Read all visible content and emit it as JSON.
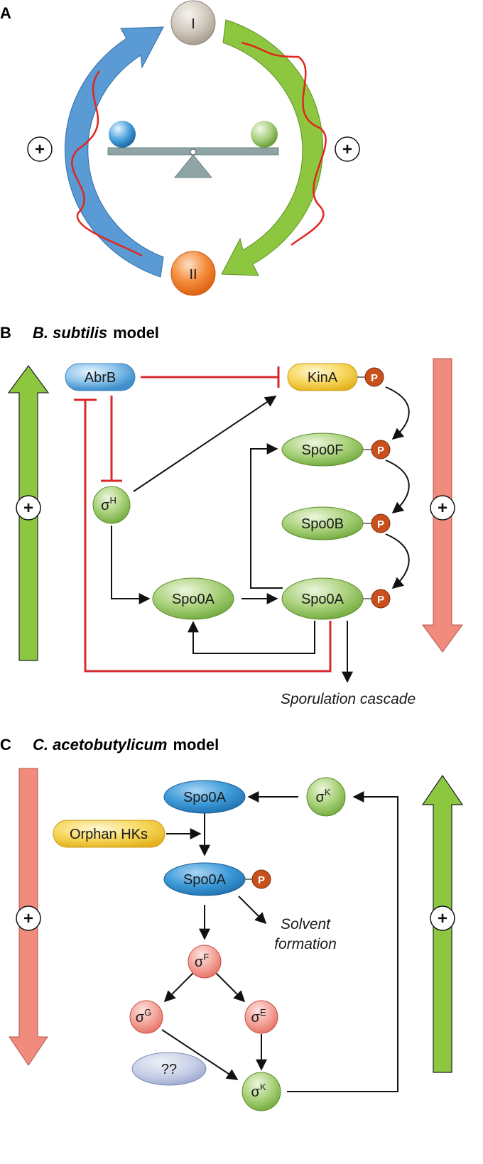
{
  "panelA": {
    "letter": "A",
    "state_top": "I",
    "state_bottom": "II",
    "plus_left": "+",
    "plus_right": "+"
  },
  "panelB": {
    "letter": "B",
    "title_species": "B. subtilis",
    "title_suffix": "model",
    "nodes": {
      "abrb": "AbrB",
      "kina": "KinA",
      "spo0f": "Spo0F",
      "spo0b": "Spo0B",
      "spo0a_left": "Spo0A",
      "spo0a_right": "Spo0A",
      "sigma_h_base": "σ",
      "sigma_h_sup": "H"
    },
    "phospho": "P",
    "output_label": "Sporulation cascade",
    "plus_left": "+",
    "plus_right": "+"
  },
  "panelC": {
    "letter": "C",
    "title_species": "C. acetobutylicum",
    "title_suffix": "model",
    "nodes": {
      "spo0a_top": "Spo0A",
      "spo0a_p": "Spo0A",
      "orphan_hks": "Orphan HKs",
      "unknown": "??",
      "sigma_base": "σ",
      "sigma_k_top_sup": "K",
      "sigma_f_sup": "F",
      "sigma_g_sup": "G",
      "sigma_e_sup": "E",
      "sigma_k_bottom_sup": "K"
    },
    "phospho": "P",
    "output_line1": "Solvent",
    "output_line2": "formation",
    "plus_left": "+",
    "plus_right": "+"
  },
  "colors": {
    "blue": "#5b9bd5",
    "green": "#8dc63f",
    "salmon": "#f08b7e",
    "orange": "#f07c2a",
    "red_inhibit": "#d7282f",
    "yellow": "#f5cf3c",
    "phospho": "#c9501c",
    "gray_ball": "#c9c0b4"
  }
}
